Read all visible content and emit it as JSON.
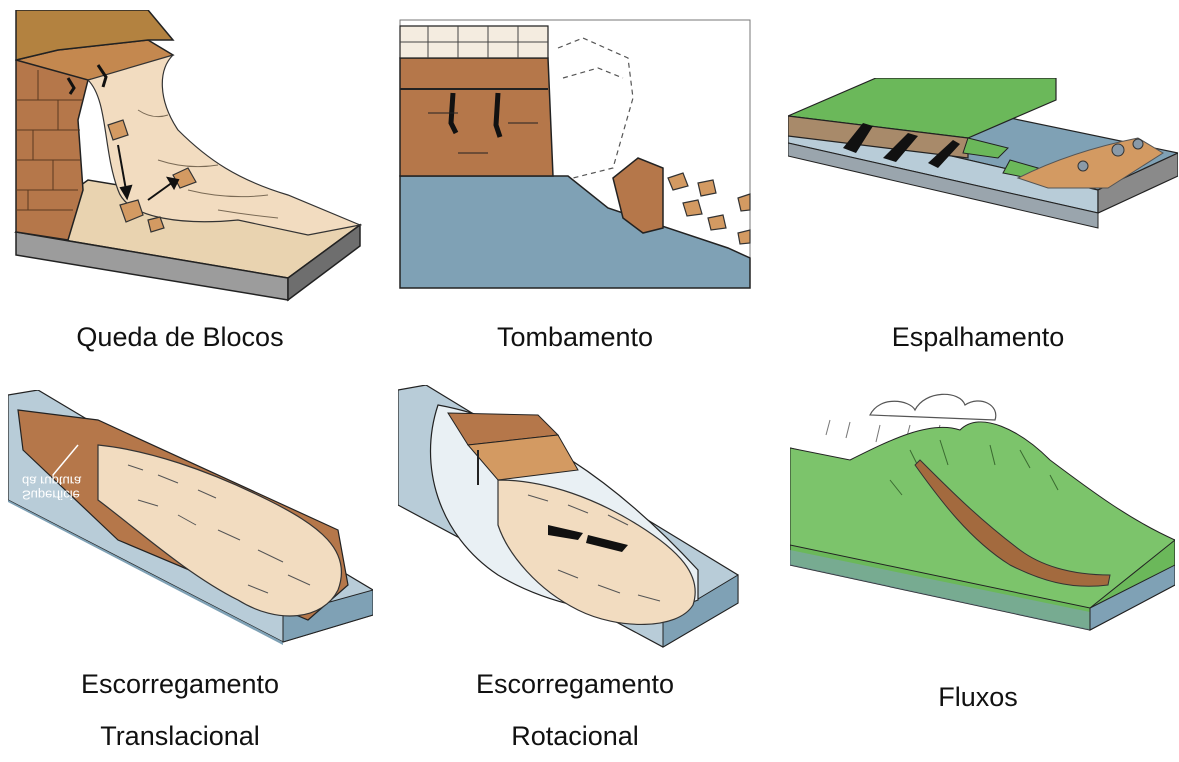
{
  "panels": [
    {
      "id": "queda",
      "caption_lines": [
        "Queda de Blocos"
      ]
    },
    {
      "id": "tombamento",
      "caption_lines": [
        "Tombamento"
      ]
    },
    {
      "id": "espalhamento",
      "caption_lines": [
        "Espalhamento"
      ]
    },
    {
      "id": "translacional",
      "caption_lines": [
        "Escorregamento",
        "Translacional"
      ],
      "inset_label_lines": [
        "Superficie",
        "da ruptura"
      ]
    },
    {
      "id": "rotacional",
      "caption_lines": [
        "Escorregamento",
        "Rotacional"
      ]
    },
    {
      "id": "fluxos",
      "caption_lines": [
        "Fluxos"
      ]
    }
  ],
  "colors": {
    "soil_light": "#f2dcc0",
    "rock_brown": "#b5774a",
    "rock_dark": "#8c5a33",
    "water_blue": "#7fa1b5",
    "slab_blue": "#b8ccd8",
    "slab_gray": "#8a8a8a",
    "grass_green": "#6bb85a",
    "debris_orange": "#d39a62"
  }
}
